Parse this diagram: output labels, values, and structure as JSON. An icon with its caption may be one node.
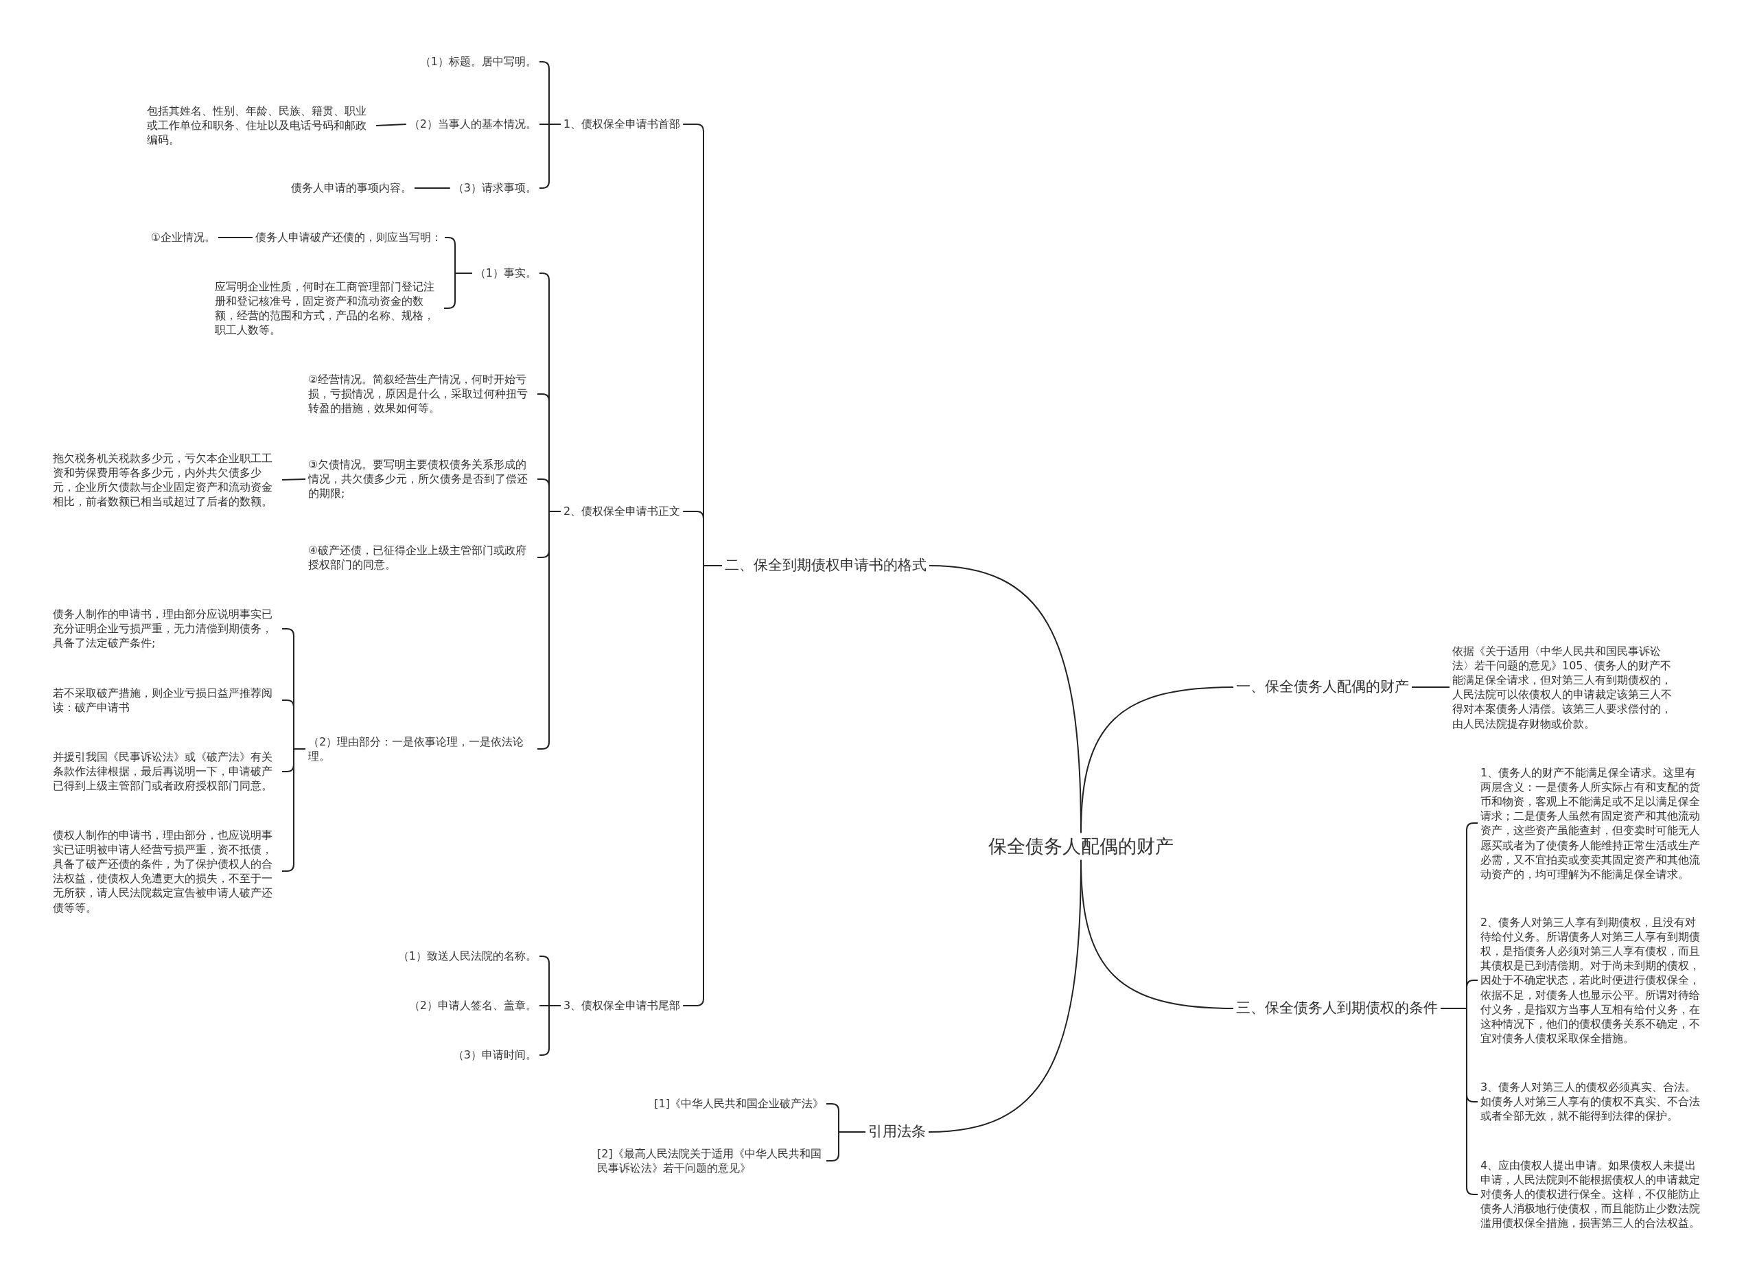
{
  "diagram": {
    "nodes": [
      {
        "text": [
          "保全债务人配偶的财产"
        ]
      },
      {
        "text": [
          "二、保全到期债权申请书的格式"
        ]
      },
      {
        "text": [
          "1、债权保全申请书首部"
        ]
      },
      {
        "text": [
          "（1）标题。居中写明。"
        ]
      },
      {
        "text": [
          "（2）当事人的基本情况。"
        ]
      },
      {
        "text": [
          "包括其姓名、性别、年龄、民族、籍贯、职业或工作单位和职务、住址以及电话号码和邮政编码。"
        ]
      },
      {
        "text": [
          "（3）请求事项。"
        ]
      },
      {
        "text": [
          "债务人申请的事项内容。"
        ]
      },
      {
        "text": [
          "2、债权保全申请书正文"
        ]
      },
      {
        "text": [
          "（1）事实。"
        ]
      },
      {
        "text": [
          "债务人申请破产还债的，则应当写明："
        ]
      },
      {
        "text": [
          "①企业情况。"
        ]
      },
      {
        "text": [
          "应写明企业性质，何时在工商管理部门登记注册和登记核准号，固定资产和流动资金的数额，经营的范围和方式，产品的名称、规格，职工人数等。"
        ]
      },
      {
        "text": [
          "②经营情况。简叙经营生产情况，何时开始亏损，亏损情况，原因是什么，采取过何种扭亏转盈的措施，效果如何等。"
        ]
      },
      {
        "text": [
          "③欠债情况。要写明主要债权债务关系形成的情况，共欠债多少元，所欠债务是否到了偿还的期限;"
        ]
      },
      {
        "text": [
          "拖欠税务机关税款多少元，亏欠本企业职工工资和劳保费用等各多少元，内外共欠债多少元，企业所欠债款与企业固定资产和流动资金相比，前者数额已相当或超过了后者的数额。"
        ]
      },
      {
        "text": [
          "④破产还债，已征得企业上级主管部门或政府授权部门的同意。"
        ]
      },
      {
        "text": [
          "（2）理由部分：一是依事论理，一是依法论理。"
        ]
      },
      {
        "text": [
          "债务人制作的申请书，理由部分应说明事实已充分证明企业亏损严重，无力清偿到期债务，具备了法定破产条件;"
        ]
      },
      {
        "text": [
          "若不采取破产措施，则企业亏损日益严推荐阅读：破产申请书"
        ]
      },
      {
        "text": [
          "并援引我国《民事诉讼法》或《破产法》有关条款作法律根据，最后再说明一下，申请破产已得到上级主管部门或者政府授权部门同意。"
        ]
      },
      {
        "text": [
          "债权人制作的申请书，理由部分，也应说明事实已证明被申请人经营亏损严重，资不抵债，具备了破产还债的条件，为了保护债权人的合法权益，使债权人免遭更大的损失，不至于一无所获，请人民法院裁定宣告被申请人破产还债等等。"
        ]
      },
      {
        "text": [
          "3、债权保全申请书尾部"
        ]
      },
      {
        "text": [
          "（1）致送人民法院的名称。"
        ]
      },
      {
        "text": [
          "（2）申请人签名、盖章。"
        ]
      },
      {
        "text": [
          "（3）申请时间。"
        ]
      },
      {
        "text": [
          "引用法条"
        ]
      },
      {
        "text": [
          "[1]《中华人民共和国企业破产法》"
        ]
      },
      {
        "text": [
          "[2]《最高人民法院关于适用《中华人民共和国民事诉讼法》若干问题的意见》"
        ]
      },
      {
        "text": [
          "一、保全债务人配偶的财产"
        ]
      },
      {
        "text": [
          "依据《关于适用〈中华人民共和国民事诉讼法〉若干问题的意见》105、债务人的财产不能满足保全请求，但对第三人有到期债权的，人民法院可以依债权人的申请裁定该第三人不得对本案债务人清偿。该第三人要求偿付的，由人民法院提存财物或价款。"
        ]
      },
      {
        "text": [
          "三、保全债务人到期债权的条件"
        ]
      },
      {
        "text": [
          "1、债务人的财产不能满足保全请求。这里有两层含义：一是债务人所实际占有和支配的货币和物资，客观上不能满足或不足以满足保全请求；二是债务人虽然有固定资产和其他流动资产，这些资产虽能查封，但变卖时可能无人愿买或者为了使债务人能维持正常生活或生产必需，又不宜拍卖或变卖其固定资产和其他流动资产的，均可理解为不能满足保全请求。"
        ]
      },
      {
        "text": [
          "2、债务人对第三人享有到期债权，且没有对待给付义务。所谓债务人对第三人享有到期债权，是指债务人必须对第三人享有债权，而且其债权是已到清偿期。对于尚未到期的债权，因处于不确定状态，若此时便进行债权保全，依据不足，对债务人也显示公平。所谓对待给付义务，是指双方当事人互相有给付义务，在这种情况下，他们的债权债务关系不确定，不宜对债务人债权采取保全措施。"
        ]
      },
      {
        "text": [
          "3、债务人对第三人的债权必须真实、合法。如债务人对第三人享有的债权不真实、不合法或者全部无效，就不能得到法律的保护。"
        ]
      },
      {
        "text": [
          "4、应由债权人提出申请。如果债权人未提出申请，人民法院则不能根据债权人的申请裁定对债务人的债权进行保全。这样，不仅能防止债务人消极地行使债权，而且能防止少数法院滥用债权保全措施，损害第三人的合法权益。"
        ]
      }
    ],
    "edges": [
      {
        "from": 0,
        "to": 1,
        "arrow": "none"
      },
      {
        "from": 1,
        "to": 2,
        "arrow": "none"
      },
      {
        "from": 2,
        "to": 3,
        "arrow": "none"
      },
      {
        "from": 2,
        "to": 4,
        "arrow": "none"
      },
      {
        "from": 4,
        "to": 5,
        "arrow": "none"
      },
      {
        "from": 2,
        "to": 6,
        "arrow": "none"
      },
      {
        "from": 6,
        "to": 7,
        "arrow": "none"
      },
      {
        "from": 1,
        "to": 8,
        "arrow": "none"
      },
      {
        "from": 8,
        "to": 9,
        "arrow": "none"
      },
      {
        "from": 9,
        "to": 10,
        "arrow": "none"
      },
      {
        "from": 10,
        "to": 11,
        "arrow": "none"
      },
      {
        "from": 9,
        "to": 12,
        "arrow": "none"
      },
      {
        "from": 8,
        "to": 13,
        "arrow": "none"
      },
      {
        "from": 8,
        "to": 14,
        "arrow": "none"
      },
      {
        "from": 14,
        "to": 15,
        "arrow": "none"
      },
      {
        "from": 8,
        "to": 16,
        "arrow": "none"
      },
      {
        "from": 8,
        "to": 17,
        "arrow": "none"
      },
      {
        "from": 17,
        "to": 18,
        "arrow": "none"
      },
      {
        "from": 17,
        "to": 19,
        "arrow": "none"
      },
      {
        "from": 17,
        "to": 20,
        "arrow": "none"
      },
      {
        "from": 17,
        "to": 21,
        "arrow": "none"
      },
      {
        "from": 1,
        "to": 22,
        "arrow": "none"
      },
      {
        "from": 22,
        "to": 23,
        "arrow": "none"
      },
      {
        "from": 22,
        "to": 24,
        "arrow": "none"
      },
      {
        "from": 22,
        "to": 25,
        "arrow": "none"
      },
      {
        "from": 0,
        "to": 26,
        "arrow": "none"
      },
      {
        "from": 26,
        "to": 27,
        "arrow": "none"
      },
      {
        "from": 26,
        "to": 28,
        "arrow": "none"
      },
      {
        "from": 0,
        "to": 29,
        "arrow": "none"
      },
      {
        "from": 29,
        "to": 30,
        "arrow": "none"
      },
      {
        "from": 0,
        "to": 31,
        "arrow": "none"
      },
      {
        "from": 31,
        "to": 32,
        "arrow": "none"
      },
      {
        "from": 31,
        "to": 33,
        "arrow": "none"
      },
      {
        "from": 31,
        "to": 34,
        "arrow": "none"
      },
      {
        "from": 31,
        "to": 35,
        "arrow": "none"
      }
    ]
  }
}
